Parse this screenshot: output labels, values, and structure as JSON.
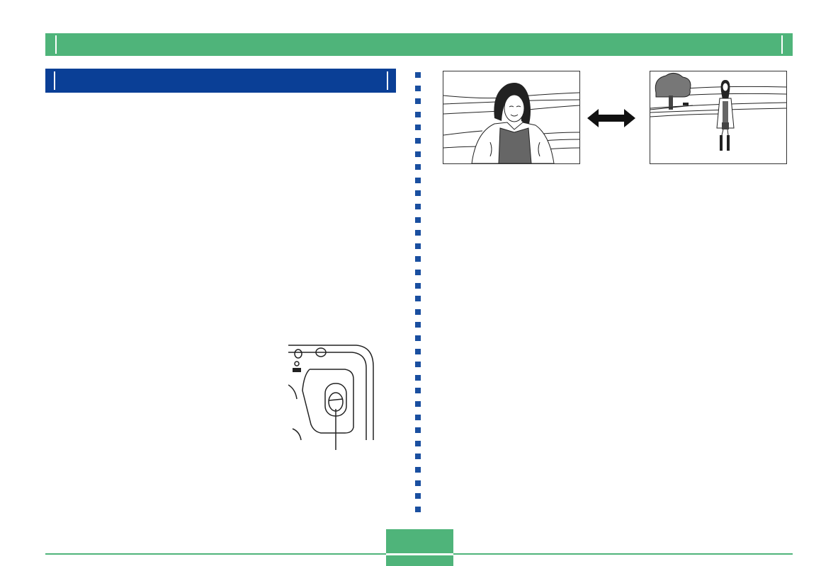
{
  "header": {
    "title": ""
  },
  "section": {
    "title": ""
  },
  "illustrations": {
    "close_subject": "close-up-portrait-illustration",
    "distant_subject": "full-body-landscape-illustration",
    "arrow": "double-headed-arrow-icon",
    "camera": "camera-focus-switch-illustration"
  },
  "colors": {
    "header_green": "#4fb47a",
    "section_blue": "#0a3f96",
    "dot_blue": "#1a4fa0"
  },
  "footer": {
    "page_number": ""
  }
}
